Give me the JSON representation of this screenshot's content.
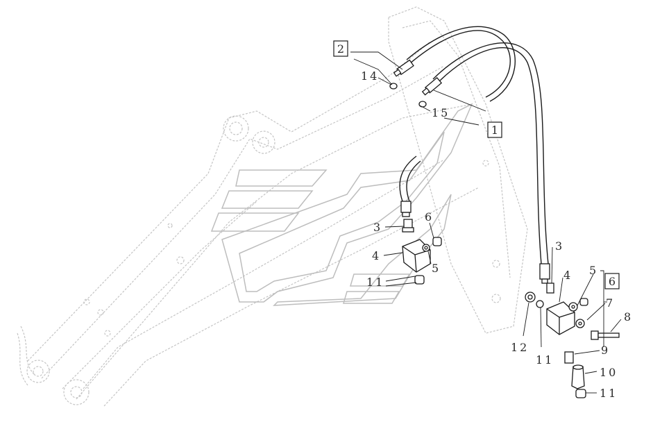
{
  "diagram": {
    "boxed_callouts": {
      "ref_2": "2",
      "ref_1": "1",
      "ref_6": "6"
    },
    "callouts": {
      "c14": "14",
      "c15": "15",
      "c3a": "3",
      "c6a": "6",
      "c4a": "4",
      "c5a": "5",
      "c11a": "11",
      "c3b": "3",
      "c4b": "4",
      "c5b": "5",
      "c7": "7",
      "c8": "8",
      "c12": "12",
      "c11b": "11",
      "c9": "9",
      "c10": "10",
      "c11c": "11"
    },
    "colors": {
      "line": "#1a1a1a",
      "ghost": "#c8c8c8",
      "background": "#ffffff"
    }
  }
}
